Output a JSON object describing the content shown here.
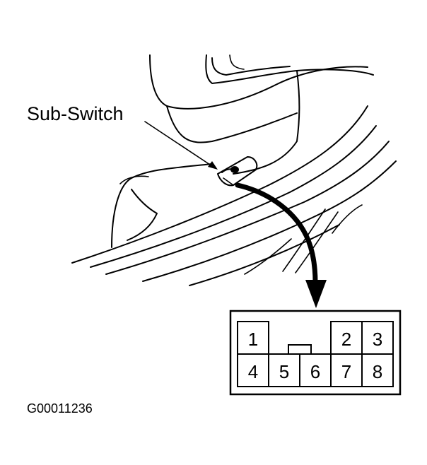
{
  "callout": {
    "label": "Sub-Switch"
  },
  "connector": {
    "pins": [
      "1",
      "2",
      "3",
      "4",
      "5",
      "6",
      "7",
      "8"
    ]
  },
  "figure": {
    "code": "G00011236"
  }
}
